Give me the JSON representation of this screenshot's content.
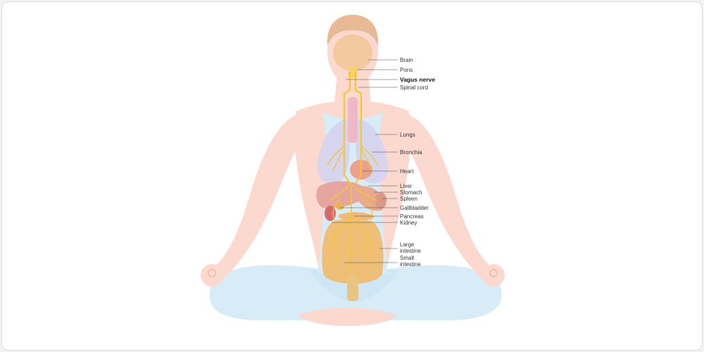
{
  "labels": {
    "brain": "Brain",
    "pons": "Pons",
    "vagus_nerve": "Vagus nerve",
    "spinal_cord": "Spinal cord",
    "lungs": "Lungs",
    "bronchia": "Bronchia",
    "heart": "Heart",
    "liver": "Liver",
    "stomach": "Stomach",
    "spleen": "Spleen",
    "gallbladder": "Gallbladder",
    "pancreas": "Pancreas",
    "kidney": "Kidney",
    "large_intestine_1": "Large",
    "large_intestine_2": "intestine",
    "small_intestine_1": "Small",
    "small_intestine_2": "intestine"
  },
  "colors": {
    "skin": "#fbd9cf",
    "hair": "#e8b995",
    "clothing": "#d8ecf8",
    "brain": "#f3c9a0",
    "nerve": "#f2c731",
    "lungs": "#d6d3ee",
    "heart": "#ee9e8c",
    "liver": "#e6a59e",
    "intestine": "#efbe77",
    "spine": "#f0b8c6"
  }
}
